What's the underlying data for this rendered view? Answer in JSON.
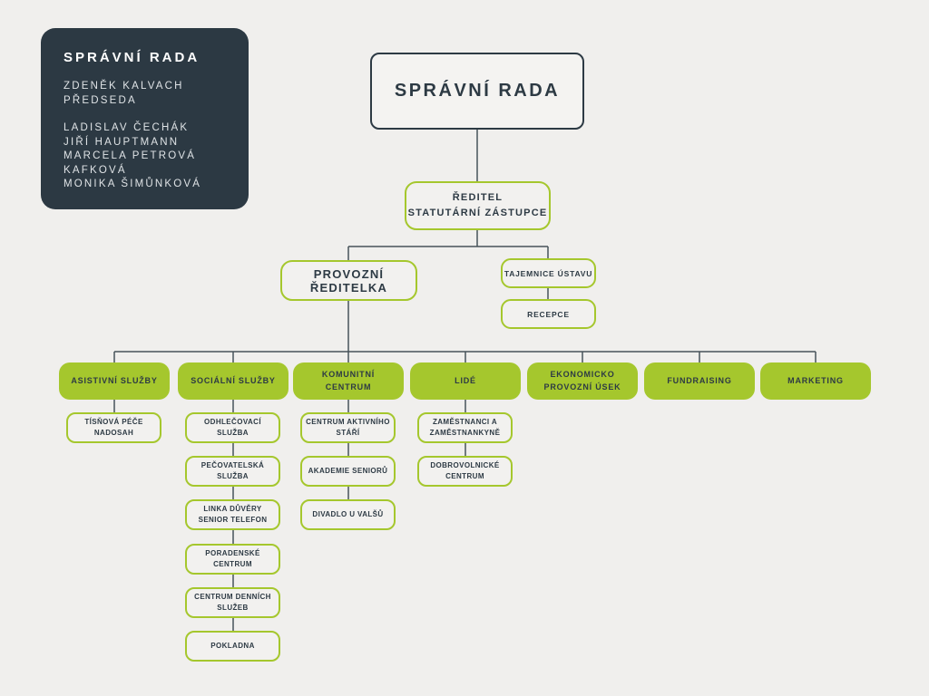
{
  "colors": {
    "bg": "#f0efed",
    "navy": "#2d3a44",
    "panel": "#2c3943",
    "green": "#a5c72d",
    "line": "#47525a"
  },
  "panel": {
    "title": "SPRÁVNÍ RADA",
    "chair": {
      "name": "ZDENĚK KALVACH",
      "role": "PŘEDSEDA"
    },
    "members": [
      "LADISLAV ČECHÁK",
      "JIŘÍ HAUPTMANN",
      "MARCELA PETROVÁ KAFKOVÁ",
      "MONIKA ŠIMŮNKOVÁ"
    ]
  },
  "root": {
    "label": "SPRÁVNÍ RADA"
  },
  "director": {
    "label_lines": [
      "ŘEDITEL",
      "STATUTÁRNÍ ZÁSTUPCE"
    ]
  },
  "ops": {
    "label": "PROVOZNÍ ŘEDITELKA"
  },
  "secretary": {
    "label": "TAJEMNICE ÚSTAVU"
  },
  "reception": {
    "label": "RECEPCE"
  },
  "departments": [
    {
      "label": "ASISTIVNÍ SLUŽBY",
      "children": [
        "TÍSŇOVÁ PÉČE NADOSAH"
      ]
    },
    {
      "label": "SOCIÁLNÍ SLUŽBY",
      "children": [
        "ODHLEČOVACÍ SLUŽBA",
        "PEČOVATELSKÁ SLUŽBA",
        "LINKA DŮVĚRY SENIOR TELEFON",
        "PORADENSKÉ CENTRUM",
        "CENTRUM DENNÍCH SLUŽEB",
        "POKLADNA"
      ]
    },
    {
      "label": "KOMUNITNÍ CENTRUM",
      "children": [
        "CENTRUM AKTIVNÍHO STÁŘÍ",
        "AKADEMIE SENIORŮ",
        "DIVADLO U VALŠŮ"
      ]
    },
    {
      "label": "LIDÉ",
      "children": [
        "ZAMĚSTNANCI A ZAMĚSTNANKYNĚ",
        "DOBROVOLNICKÉ CENTRUM"
      ]
    },
    {
      "label": "EKONOMICKO PROVOZNÍ ÚSEK",
      "children": []
    },
    {
      "label": "FUNDRAISING",
      "children": []
    },
    {
      "label": "MARKETING",
      "children": []
    }
  ]
}
